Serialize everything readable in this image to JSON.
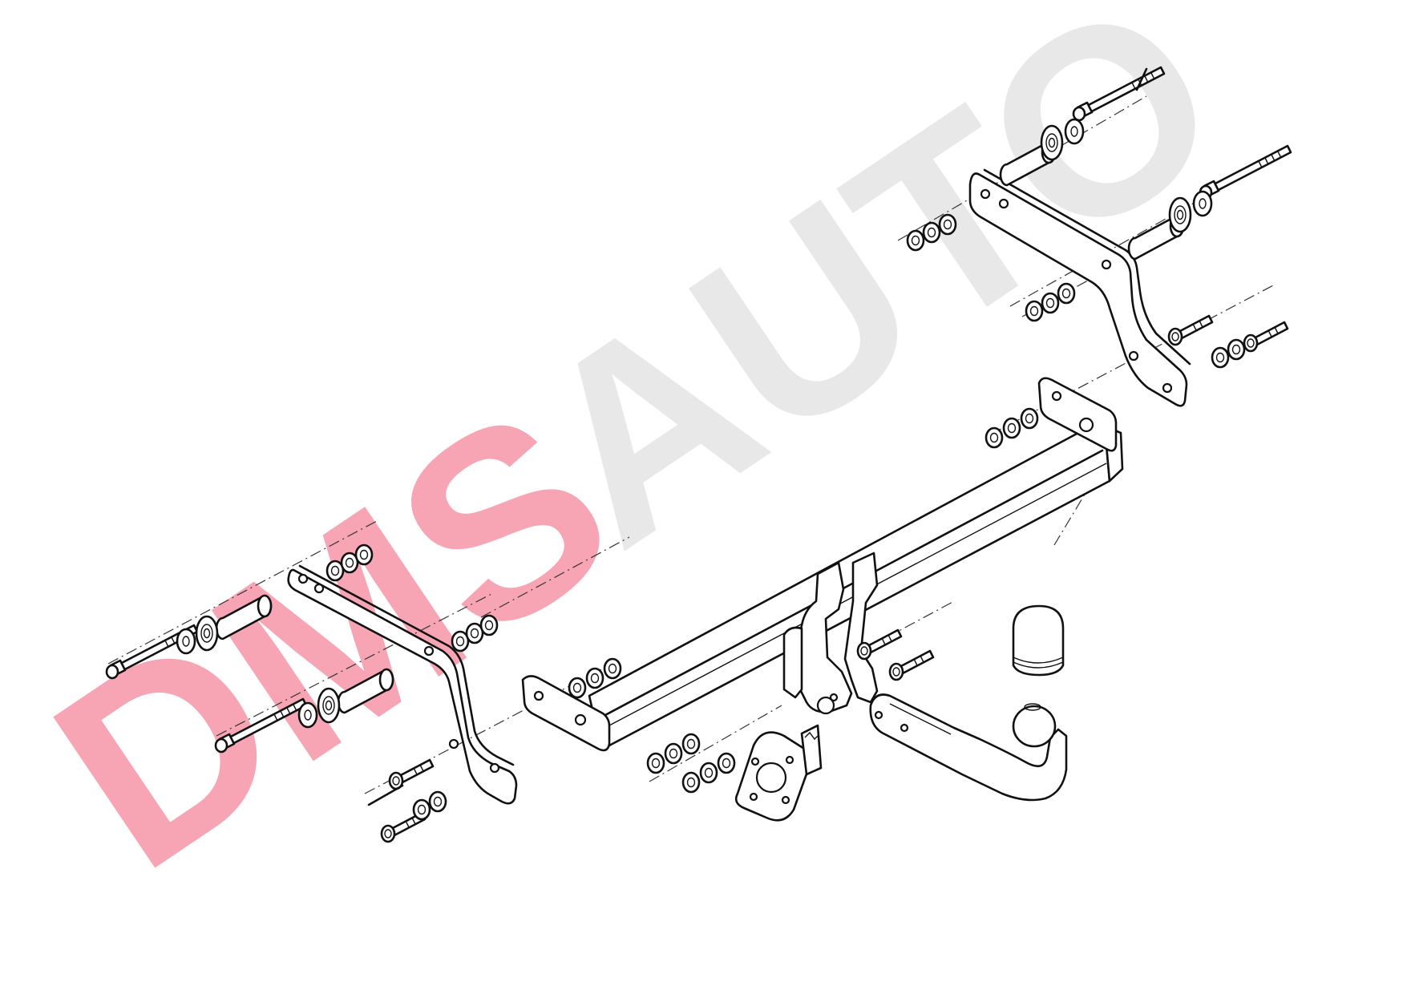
{
  "watermark": {
    "brand_part": "DMS",
    "rest_part": "AUTO",
    "brand_color": "#f7a5b4",
    "rest_color": "#e8e8e8"
  },
  "diagram": {
    "subject": "tow-bar-exploded-assembly",
    "parts": [
      "left-mounting-bracket",
      "right-mounting-bracket",
      "main-crossbar",
      "center-mounting-plate",
      "tow-ball-neck",
      "tow-ball-cover-cap",
      "electrical-socket-plate",
      "bolt-set",
      "nut-set",
      "spacer-tube-set",
      "washer-set"
    ],
    "line_color": "#111111"
  }
}
